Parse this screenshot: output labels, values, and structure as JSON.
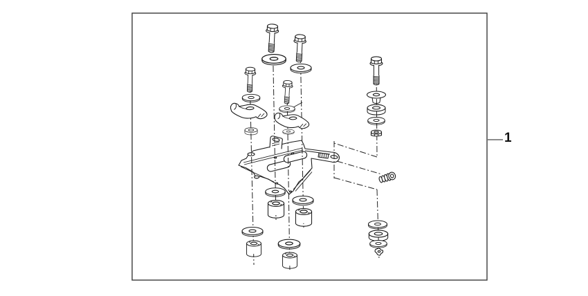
{
  "figure": {
    "diagram_type": "exploded-parts-diagram",
    "callout": {
      "number": "1"
    },
    "colors": {
      "background": "#ffffff",
      "line": "#1a1a1a",
      "border": "#3a3a3a"
    },
    "parts": [
      {
        "name": "flange-bolt",
        "count": 5
      },
      {
        "name": "plain-washer",
        "count": 12
      },
      {
        "name": "collar-washer",
        "count": 1
      },
      {
        "name": "thick-washer",
        "count": 2
      },
      {
        "name": "hex-flange-nut",
        "count": 2
      },
      {
        "name": "hook-clamp",
        "count": 2
      },
      {
        "name": "mounting-plate-bracket",
        "count": 1
      },
      {
        "name": "set-screw",
        "count": 1
      },
      {
        "name": "cylindrical-spacer",
        "count": 4
      },
      {
        "name": "push-nut",
        "count": 1
      }
    ]
  }
}
